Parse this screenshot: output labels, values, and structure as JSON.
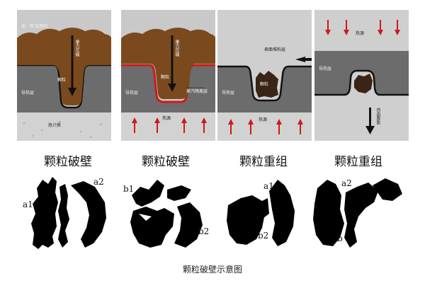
{
  "panels": [
    {
      "top_label": "泥、软 粘物料",
      "arrow_label": "重力压痛",
      "particle_label": "颗粒",
      "layer_label": "导热层",
      "base_label": "热介质"
    },
    {
      "arrow_label": "重力压痛",
      "particle_label": "颗粒",
      "steam_label": "蒸汽隔离层",
      "layer_label": "导热层",
      "base_label": "热源"
    },
    {
      "top_label": "表面堆料层",
      "particle_label": "颗粒",
      "layer_label": "导热层",
      "base_label": "热源"
    },
    {
      "top_label": "热源",
      "layer_label": "导热层",
      "side_label": "自由膨胀"
    }
  ],
  "titles": [
    "颗粒破壁",
    "颗粒破壁",
    "颗粒重组",
    "颗粒重组"
  ],
  "markers": {
    "s1_a1": "a1",
    "s1_a2": "a2",
    "s2_b1": "b1",
    "s2_b2": "b2",
    "s3_a1": "a1",
    "s3_b2": "b2",
    "s4_a2": "a2",
    "s4_b": "b"
  },
  "caption": "颗粒破壁示意图",
  "colors": {
    "sludge": "#7a4a1e",
    "layer": "#6a6a6a",
    "base": "#cfcfcf",
    "sky": "#c8c8c8",
    "red": "#d01818"
  }
}
